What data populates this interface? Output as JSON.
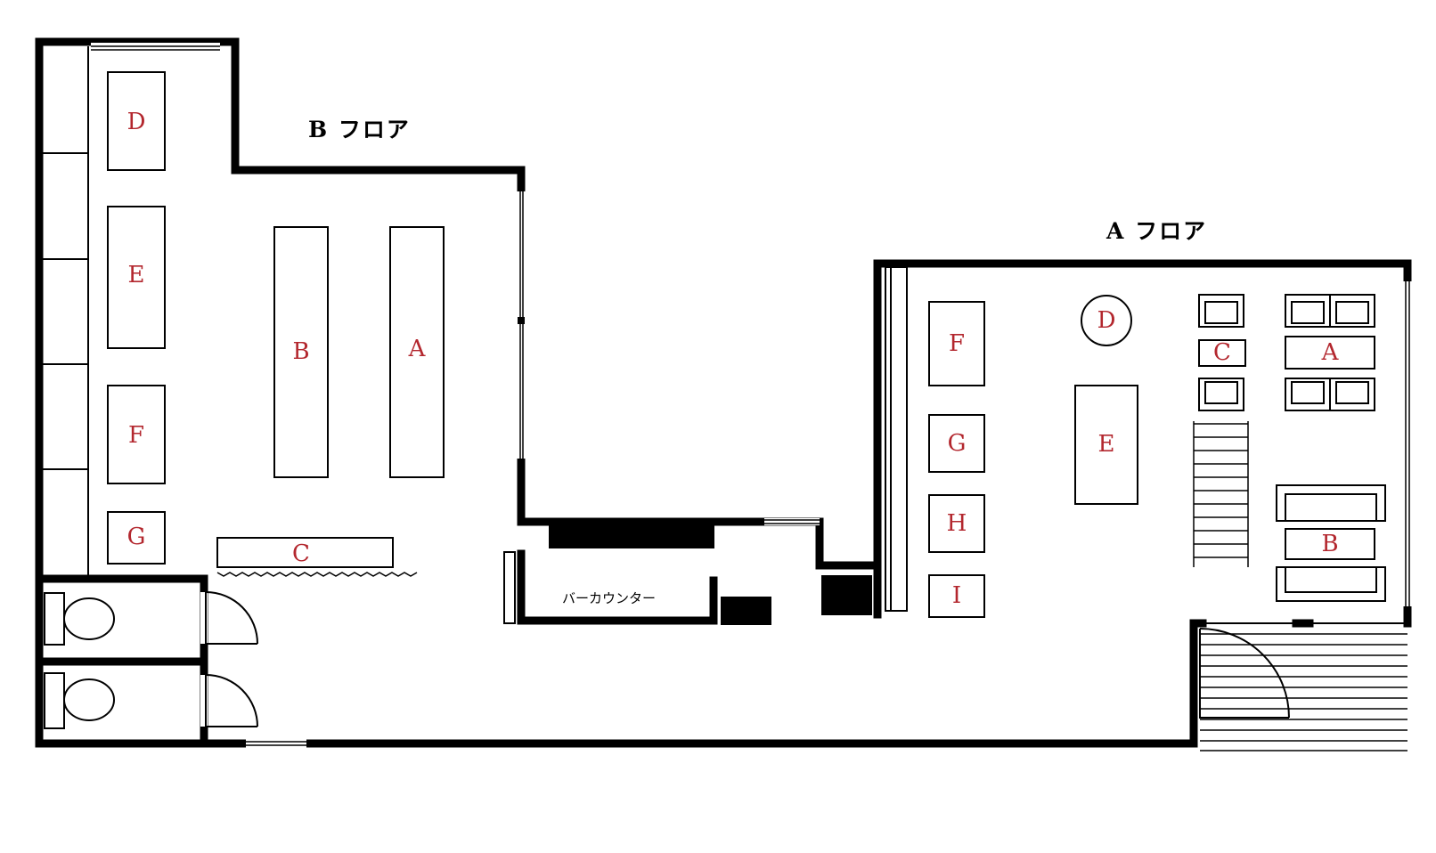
{
  "floor_b": {
    "title": "B フロア",
    "tables": {
      "a": "A",
      "b": "B",
      "c": "C",
      "d": "D",
      "e": "E",
      "f": "F",
      "g": "G"
    }
  },
  "floor_a": {
    "title": "A フロア",
    "tables": {
      "a": "A",
      "b": "B",
      "c": "C",
      "d": "D",
      "e": "E",
      "f": "F",
      "g": "G",
      "h": "H",
      "i": "I"
    }
  },
  "bar_counter": {
    "label": "バーカウンター"
  },
  "colors": {
    "table_label": "#b3272e",
    "wall": "#000000",
    "background": "#ffffff"
  }
}
